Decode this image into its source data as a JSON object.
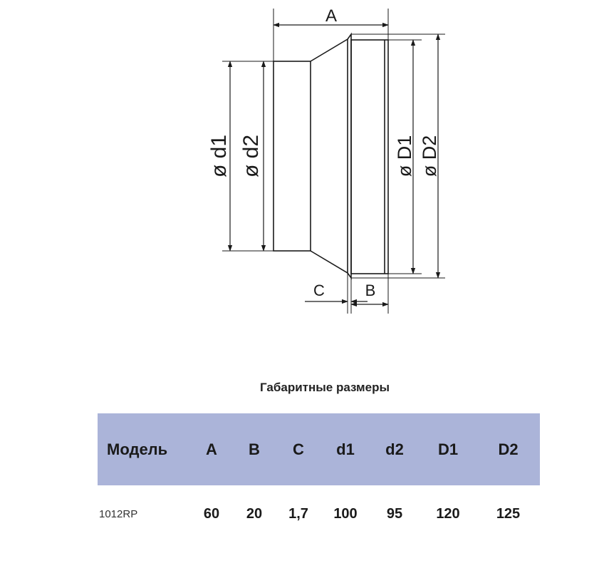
{
  "diagram": {
    "labels": {
      "A": "A",
      "B": "B",
      "C": "C",
      "d1": "ø d1",
      "d2": "ø d2",
      "D1": "ø D1",
      "D2": "ø D2"
    }
  },
  "table": {
    "title": "Габаритные размеры",
    "headers": [
      "Модель",
      "A",
      "B",
      "C",
      "d1",
      "d2",
      "D1",
      "D2"
    ],
    "rows": [
      [
        "1012RP",
        "60",
        "20",
        "1,7",
        "100",
        "95",
        "120",
        "125"
      ]
    ]
  },
  "colors": {
    "header_background": "#abb4d9",
    "line": "#1a1a1a"
  }
}
